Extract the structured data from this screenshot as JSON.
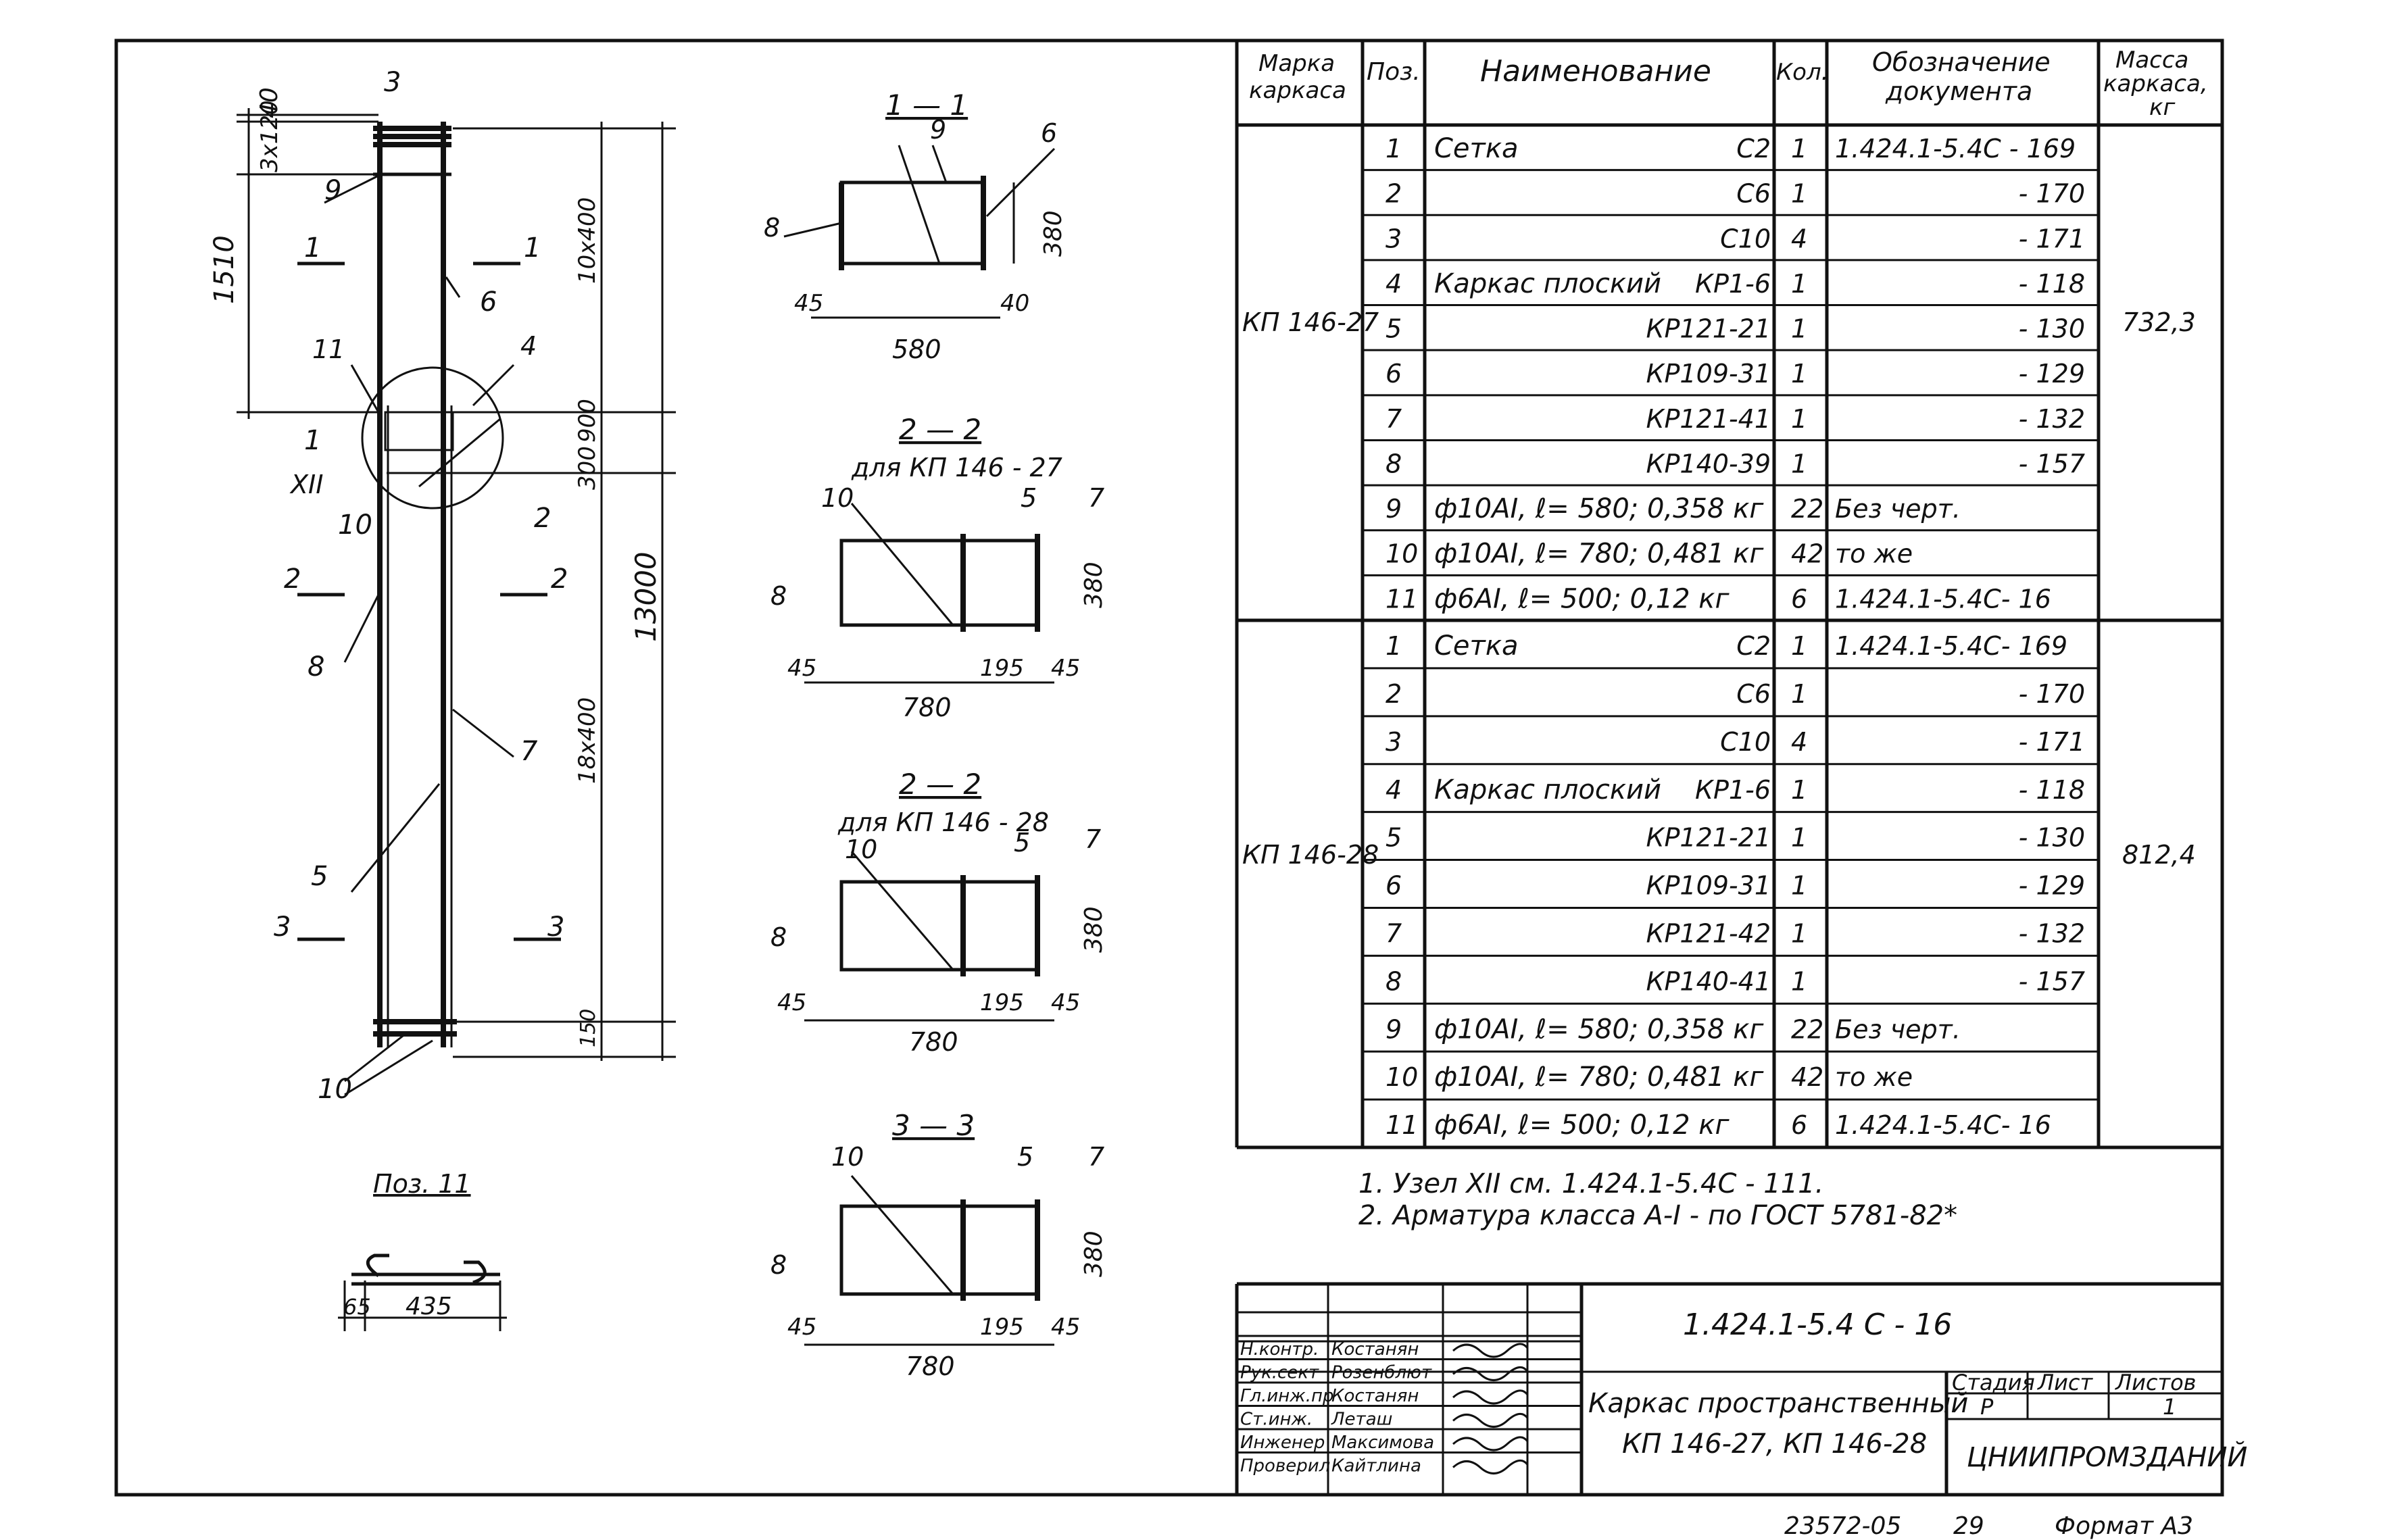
{
  "drawing": {
    "elevation": {
      "dims_left": [
        "40",
        "3х120",
        "1510"
      ],
      "dims_right": [
        "10х400",
        "900",
        "300",
        "13000",
        "18х400",
        "150"
      ],
      "positions": [
        "3",
        "9",
        "6",
        "11",
        "4",
        "1",
        "XII",
        "10",
        "2",
        "8",
        "7",
        "5",
        "10"
      ],
      "section_marks": {
        "s1": "1",
        "s2": "2",
        "s3": "3"
      }
    },
    "pos11": {
      "title": "Поз. 11",
      "dims": [
        "65",
        "435"
      ]
    },
    "sections": [
      {
        "title": "1 — 1",
        "subtitle": "",
        "positions": [
          "9",
          "6",
          "8"
        ],
        "dims": [
          "380",
          "45",
          "40",
          "580"
        ]
      },
      {
        "title": "2 — 2",
        "subtitle": "для  КП 146 - 27",
        "positions": [
          "10",
          "5",
          "7",
          "8"
        ],
        "dims": [
          "380",
          "45",
          "195",
          "45",
          "780"
        ]
      },
      {
        "title": "2 — 2",
        "subtitle": "для  КП 146 - 28",
        "positions": [
          "10",
          "5",
          "7",
          "8"
        ],
        "dims": [
          "380",
          "45",
          "195",
          "45",
          "780"
        ]
      },
      {
        "title": "3 — 3",
        "subtitle": "",
        "positions": [
          "10",
          "5",
          "7",
          "8"
        ],
        "dims": [
          "380",
          "45",
          "195",
          "45",
          "780"
        ]
      }
    ]
  },
  "spec": {
    "headers": {
      "mark": "Марка каркаса",
      "pos": "Поз.",
      "name": "Наименование",
      "qty": "Кол.",
      "doc": "Обозначение документа",
      "mass": "Масса каркаса, кг"
    },
    "groups": [
      {
        "mark": "КП 146-27",
        "mass": "732,3",
        "rows": [
          {
            "pos": "1",
            "name": "Сетка",
            "code": "С2",
            "qty": "1",
            "doc": "1.424.1-5.4С - 169"
          },
          {
            "pos": "2",
            "name": "",
            "code": "С6",
            "qty": "1",
            "doc": "- 170"
          },
          {
            "pos": "3",
            "name": "",
            "code": "С10",
            "qty": "4",
            "doc": "- 171"
          },
          {
            "pos": "4",
            "name": "Каркас плоский",
            "code": "КР1-6",
            "qty": "1",
            "doc": "- 118"
          },
          {
            "pos": "5",
            "name": "",
            "code": "КР121-21",
            "qty": "1",
            "doc": "- 130"
          },
          {
            "pos": "6",
            "name": "",
            "code": "КР109-31",
            "qty": "1",
            "doc": "- 129"
          },
          {
            "pos": "7",
            "name": "",
            "code": "КР121-41",
            "qty": "1",
            "doc": "- 132"
          },
          {
            "pos": "8",
            "name": "",
            "code": "КР140-39",
            "qty": "1",
            "doc": "- 157"
          },
          {
            "pos": "9",
            "name": "ф10AI,  ℓ= 580;  0,358 кг",
            "code": "",
            "qty": "22",
            "doc": "Без черт."
          },
          {
            "pos": "10",
            "name": "ф10AI,  ℓ= 780;  0,481 кг",
            "code": "",
            "qty": "42",
            "doc": "то же"
          },
          {
            "pos": "11",
            "name": "ф6AI,  ℓ= 500;  0,12 кг",
            "code": "",
            "qty": "6",
            "doc": "1.424.1-5.4С- 16"
          }
        ]
      },
      {
        "mark": "КП 146-28",
        "mass": "812,4",
        "rows": [
          {
            "pos": "1",
            "name": "Сетка",
            "code": "С2",
            "qty": "1",
            "doc": "1.424.1-5.4С- 169"
          },
          {
            "pos": "2",
            "name": "",
            "code": "С6",
            "qty": "1",
            "doc": "- 170"
          },
          {
            "pos": "3",
            "name": "",
            "code": "С10",
            "qty": "4",
            "doc": "- 171"
          },
          {
            "pos": "4",
            "name": "Каркас плоский",
            "code": "КР1-6",
            "qty": "1",
            "doc": "- 118"
          },
          {
            "pos": "5",
            "name": "",
            "code": "КР121-21",
            "qty": "1",
            "doc": "- 130"
          },
          {
            "pos": "6",
            "name": "",
            "code": "КР109-31",
            "qty": "1",
            "doc": "- 129"
          },
          {
            "pos": "7",
            "name": "",
            "code": "КР121-42",
            "qty": "1",
            "doc": "- 132"
          },
          {
            "pos": "8",
            "name": "",
            "code": "КР140-41",
            "qty": "1",
            "doc": "- 157"
          },
          {
            "pos": "9",
            "name": "ф10AI,  ℓ= 580;  0,358 кг",
            "code": "",
            "qty": "22",
            "doc": "Без черт."
          },
          {
            "pos": "10",
            "name": "ф10AI,  ℓ= 780;  0,481 кг",
            "code": "",
            "qty": "42",
            "doc": "то же"
          },
          {
            "pos": "11",
            "name": "ф6AI,  ℓ= 500;  0,12 кг",
            "code": "",
            "qty": "6",
            "doc": "1.424.1-5.4С- 16"
          }
        ]
      }
    ]
  },
  "notes": [
    "1. Узел XII  см.  1.424.1-5.4С - 111.",
    "2. Арматура класса  А-I - по  ГОСТ 5781-82*"
  ],
  "title_block": {
    "designation": "1.424.1-5.4 С - 16",
    "title_line1": "Каркас пространственный",
    "title_line2": "КП 146-27,  КП 146-28",
    "stage_label": "Стадия",
    "sheet_label": "Лист",
    "sheets_label": "Листов",
    "stage": "Р",
    "sheets": "1",
    "org": "ЦНИИПРОМЗДАНИЙ",
    "roles": [
      {
        "role": "Н.контр.",
        "name": "Костанян"
      },
      {
        "role": "Рук.сект",
        "name": "Розенблют"
      },
      {
        "role": "Гл.инж.пр",
        "name": "Костанян"
      },
      {
        "role": "Ст.инж.",
        "name": "Леташ"
      },
      {
        "role": "Инженер",
        "name": "Максимова"
      },
      {
        "role": "Проверил",
        "name": "Кайтлина"
      }
    ]
  },
  "footer": {
    "number": "23572-05",
    "page": "29",
    "format": "Формат А3"
  }
}
